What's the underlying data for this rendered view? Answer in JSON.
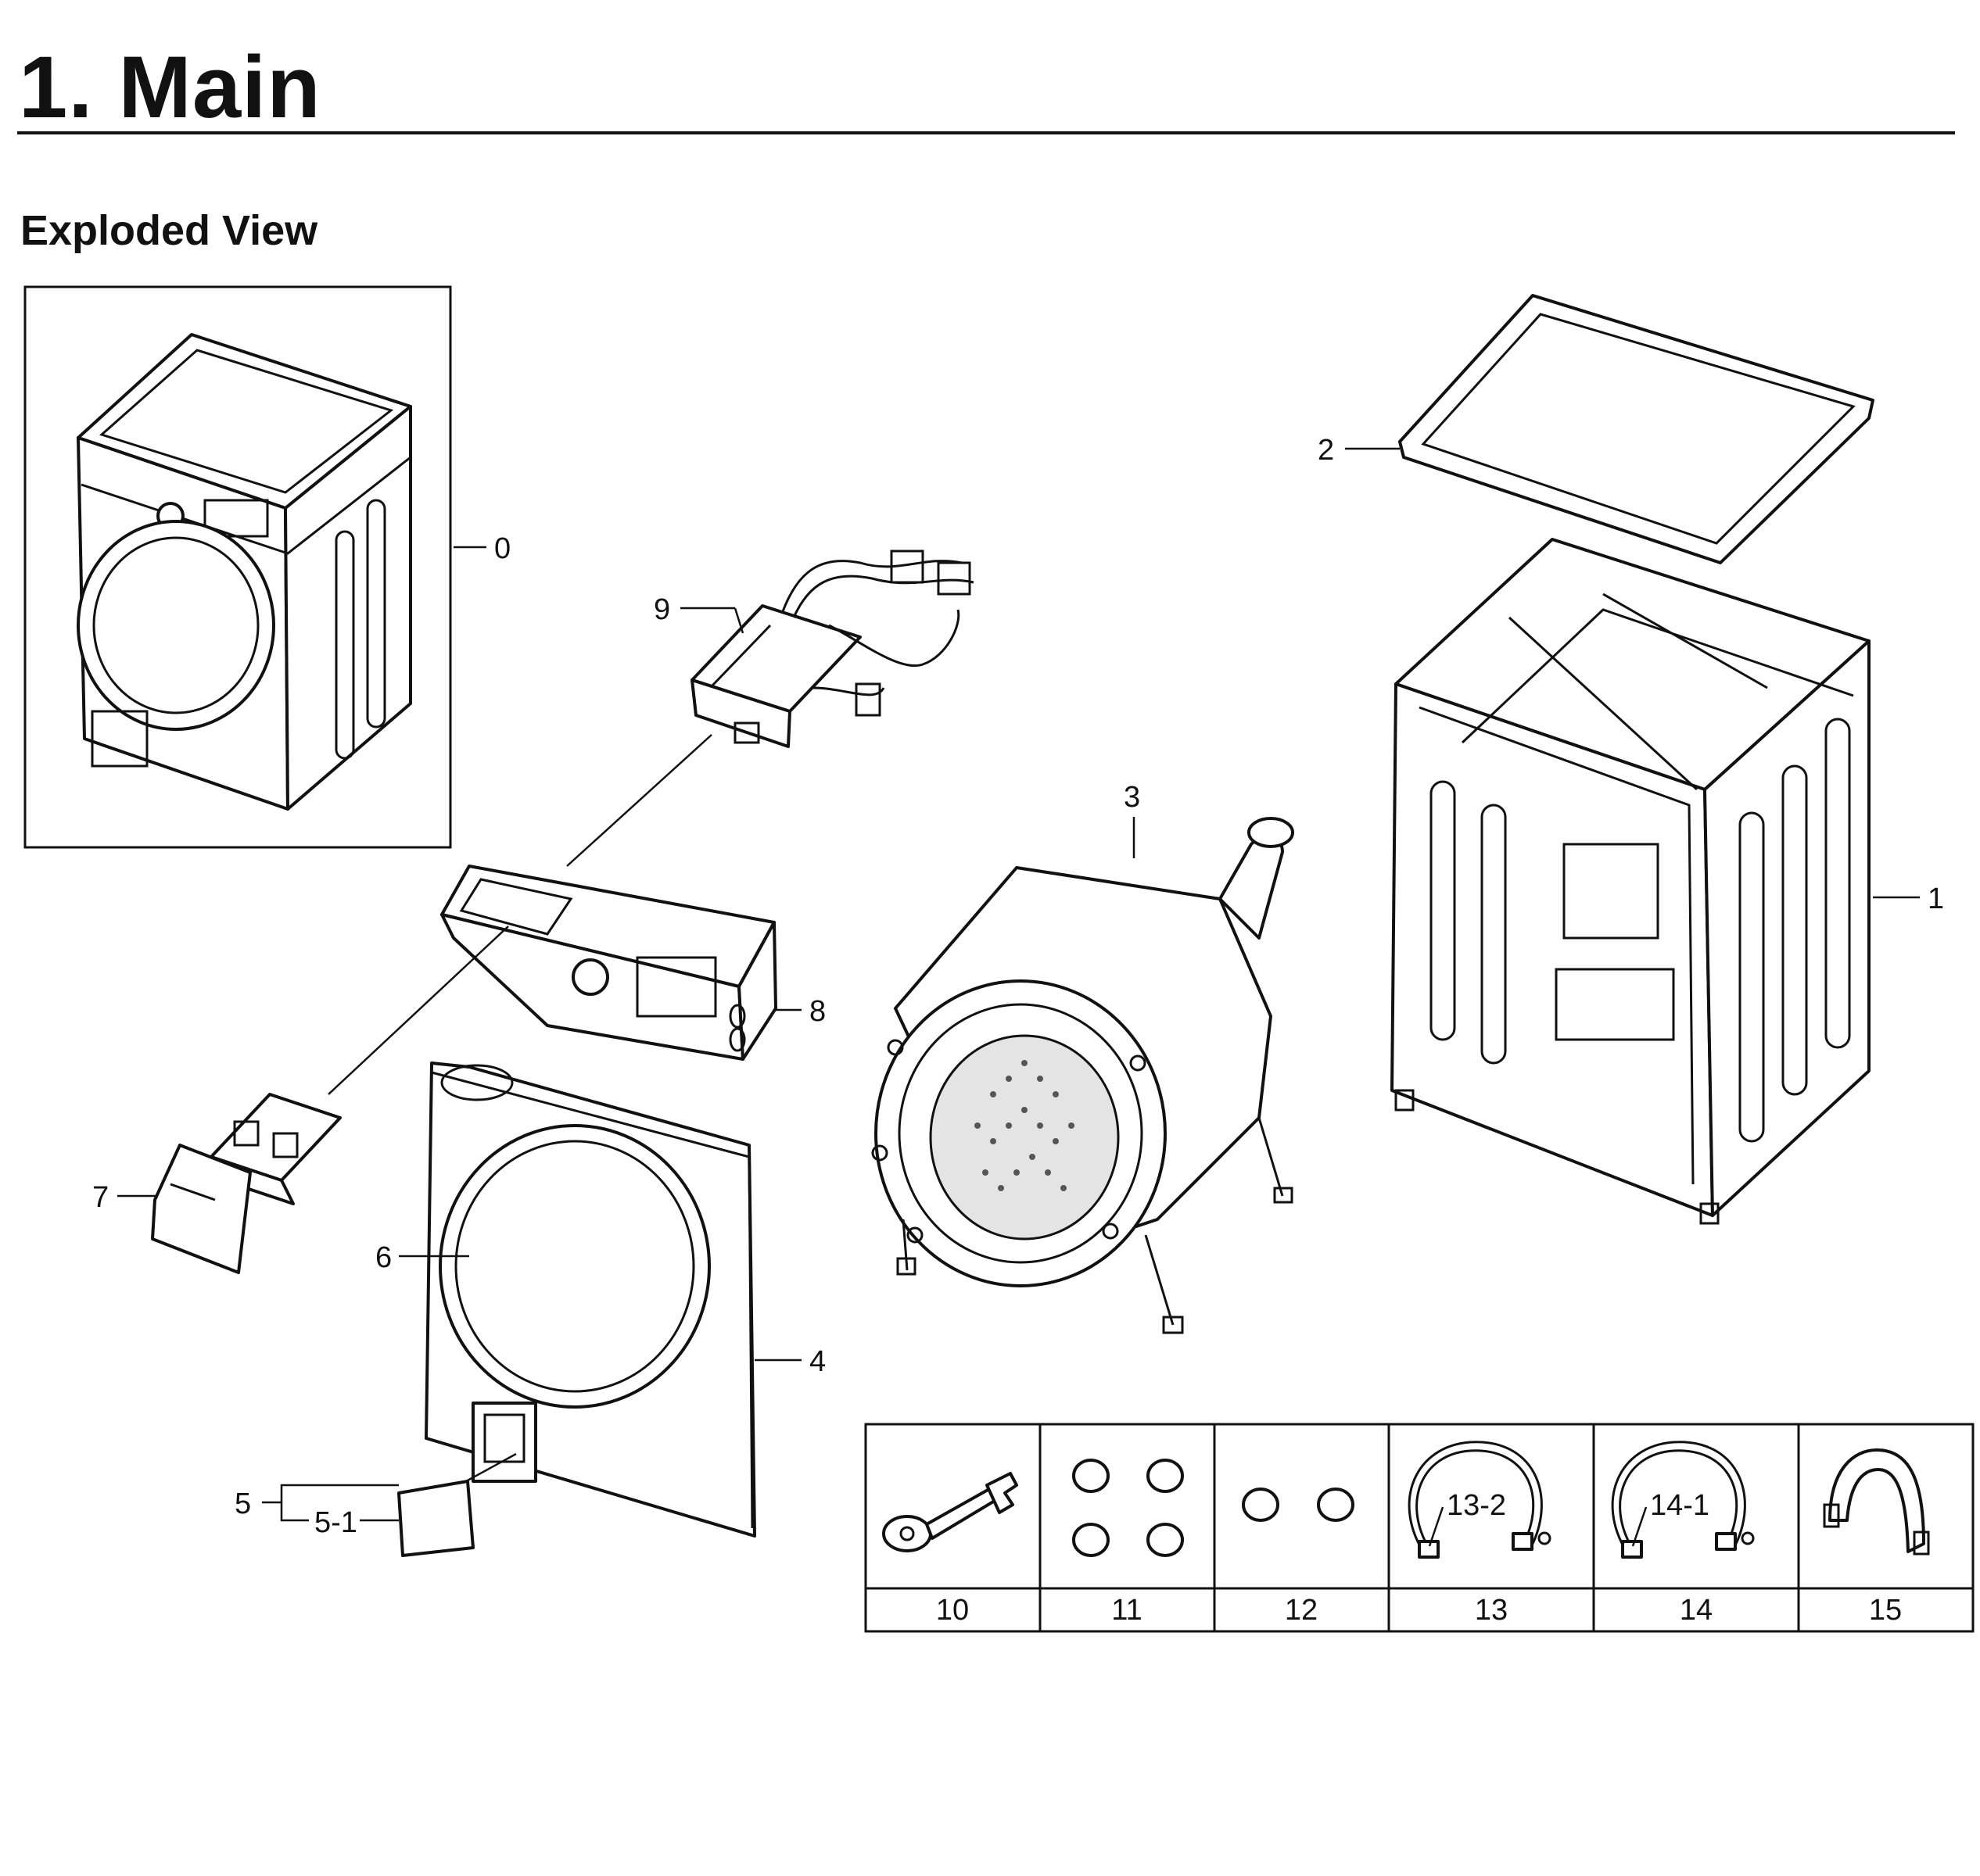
{
  "page": {
    "title": "1.  Main",
    "subtitle": "Exploded View"
  },
  "callouts": {
    "c0": "0",
    "c1": "1",
    "c2": "2",
    "c3": "3",
    "c4": "4",
    "c5": "5",
    "c5_1": "5-1",
    "c6": "6",
    "c7": "7",
    "c8": "8",
    "c9": "9",
    "c13_2": "13-2",
    "c14_1": "14-1"
  },
  "accessories": [
    {
      "label": "10",
      "icon": "wrench-icon"
    },
    {
      "label": "11",
      "icon": "four-caps-icon"
    },
    {
      "label": "12",
      "icon": "two-caps-icon"
    },
    {
      "label": "13",
      "icon": "hose-icon"
    },
    {
      "label": "14",
      "icon": "hose-icon"
    },
    {
      "label": "15",
      "icon": "hose-guide-icon"
    }
  ]
}
